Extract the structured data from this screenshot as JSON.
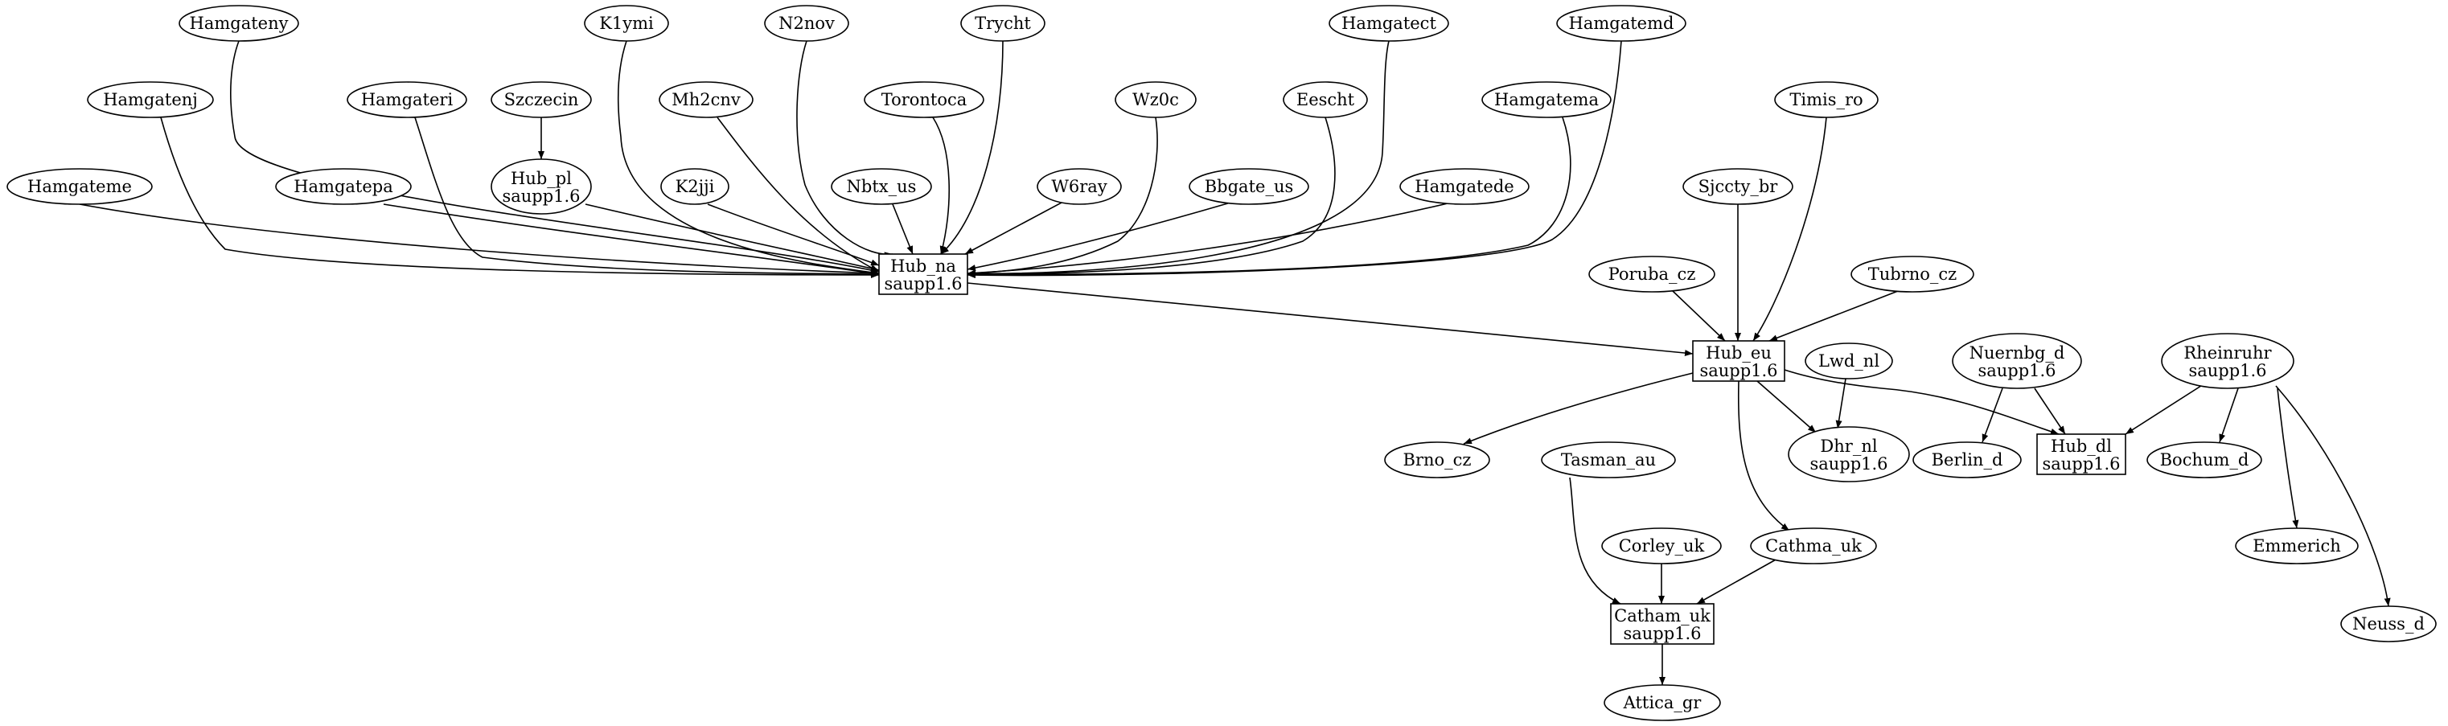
{
  "diagram": {
    "nodes": [
      {
        "id": "Hamgateny",
        "label": "Hamgateny",
        "shape": "ellipse"
      },
      {
        "id": "K1ymi",
        "label": "K1ymi",
        "shape": "ellipse"
      },
      {
        "id": "N2nov",
        "label": "N2nov",
        "shape": "ellipse"
      },
      {
        "id": "Trycht",
        "label": "Trycht",
        "shape": "ellipse"
      },
      {
        "id": "Hamgatect",
        "label": "Hamgatect",
        "shape": "ellipse"
      },
      {
        "id": "Hamgatemd",
        "label": "Hamgatemd",
        "shape": "ellipse"
      },
      {
        "id": "Hamgatenj",
        "label": "Hamgatenj",
        "shape": "ellipse"
      },
      {
        "id": "Hamgateri",
        "label": "Hamgateri",
        "shape": "ellipse"
      },
      {
        "id": "Szczecin",
        "label": "Szczecin",
        "shape": "ellipse"
      },
      {
        "id": "Mh2cnv",
        "label": "Mh2cnv",
        "shape": "ellipse"
      },
      {
        "id": "Torontoca",
        "label": "Torontoca",
        "shape": "ellipse"
      },
      {
        "id": "Wz0c",
        "label": "Wz0c",
        "shape": "ellipse"
      },
      {
        "id": "Eescht",
        "label": "Eescht",
        "shape": "ellipse"
      },
      {
        "id": "Hamgatema",
        "label": "Hamgatema",
        "shape": "ellipse"
      },
      {
        "id": "Timis_ro",
        "label": "Timis_ro",
        "shape": "ellipse"
      },
      {
        "id": "Hamgateme",
        "label": "Hamgateme",
        "shape": "ellipse"
      },
      {
        "id": "Hamgatepa",
        "label": "Hamgatepa",
        "shape": "ellipse"
      },
      {
        "id": "Hub_pl",
        "label": "Hub_pl",
        "sublabel": "saupp1.6",
        "shape": "ellipse"
      },
      {
        "id": "K2jji",
        "label": "K2jji",
        "shape": "ellipse"
      },
      {
        "id": "Nbtx_us",
        "label": "Nbtx_us",
        "shape": "ellipse"
      },
      {
        "id": "W6ray",
        "label": "W6ray",
        "shape": "ellipse"
      },
      {
        "id": "Bbgate_us",
        "label": "Bbgate_us",
        "shape": "ellipse"
      },
      {
        "id": "Hamgatede",
        "label": "Hamgatede",
        "shape": "ellipse"
      },
      {
        "id": "Sjccty_br",
        "label": "Sjccty_br",
        "shape": "ellipse"
      },
      {
        "id": "Hub_na",
        "label": "Hub_na",
        "sublabel": "saupp1.6",
        "shape": "box"
      },
      {
        "id": "Poruba_cz",
        "label": "Poruba_cz",
        "shape": "ellipse"
      },
      {
        "id": "Tubrno_cz",
        "label": "Tubrno_cz",
        "shape": "ellipse"
      },
      {
        "id": "Hub_eu",
        "label": "Hub_eu",
        "sublabel": "saupp1.6",
        "shape": "box"
      },
      {
        "id": "Lwd_nl",
        "label": "Lwd_nl",
        "shape": "ellipse"
      },
      {
        "id": "Nuernbg_d",
        "label": "Nuernbg_d",
        "sublabel": "saupp1.6",
        "shape": "ellipse"
      },
      {
        "id": "Rheinruhr",
        "label": "Rheinruhr",
        "sublabel": "saupp1.6",
        "shape": "ellipse"
      },
      {
        "id": "Brno_cz",
        "label": "Brno_cz",
        "shape": "ellipse"
      },
      {
        "id": "Tasman_au",
        "label": "Tasman_au",
        "shape": "ellipse"
      },
      {
        "id": "Dhr_nl",
        "label": "Dhr_nl",
        "sublabel": "saupp1.6",
        "shape": "ellipse"
      },
      {
        "id": "Berlin_d",
        "label": "Berlin_d",
        "shape": "ellipse"
      },
      {
        "id": "Hub_dl",
        "label": "Hub_dl",
        "sublabel": "saupp1.6",
        "shape": "box"
      },
      {
        "id": "Bochum_d",
        "label": "Bochum_d",
        "shape": "ellipse"
      },
      {
        "id": "Corley_uk",
        "label": "Corley_uk",
        "shape": "ellipse"
      },
      {
        "id": "Cathma_uk",
        "label": "Cathma_uk",
        "shape": "ellipse"
      },
      {
        "id": "Emmerich",
        "label": "Emmerich",
        "shape": "ellipse"
      },
      {
        "id": "Catham_uk",
        "label": "Catham_uk",
        "sublabel": "saupp1.6",
        "shape": "box"
      },
      {
        "id": "Neuss_d",
        "label": "Neuss_d",
        "shape": "ellipse"
      },
      {
        "id": "Attica_gr",
        "label": "Attica_gr",
        "shape": "ellipse"
      }
    ],
    "edges": [
      {
        "from": "Hamgateny",
        "to": "Hub_na"
      },
      {
        "from": "K1ymi",
        "to": "Hub_na"
      },
      {
        "from": "N2nov",
        "to": "Hub_na"
      },
      {
        "from": "Trycht",
        "to": "Hub_na"
      },
      {
        "from": "Hamgatect",
        "to": "Hub_na"
      },
      {
        "from": "Hamgatemd",
        "to": "Hub_na"
      },
      {
        "from": "Hamgatenj",
        "to": "Hub_na"
      },
      {
        "from": "Hamgateri",
        "to": "Hub_na"
      },
      {
        "from": "Szczecin",
        "to": "Hub_pl"
      },
      {
        "from": "Mh2cnv",
        "to": "Hub_na"
      },
      {
        "from": "Torontoca",
        "to": "Hub_na"
      },
      {
        "from": "Wz0c",
        "to": "Hub_na"
      },
      {
        "from": "Eescht",
        "to": "Hub_na"
      },
      {
        "from": "Hamgatema",
        "to": "Hub_na"
      },
      {
        "from": "Hamgateme",
        "to": "Hub_na"
      },
      {
        "from": "Hamgatepa",
        "to": "Hub_na"
      },
      {
        "from": "Hub_pl",
        "to": "Hub_na"
      },
      {
        "from": "K2jji",
        "to": "Hub_na"
      },
      {
        "from": "Nbtx_us",
        "to": "Hub_na"
      },
      {
        "from": "W6ray",
        "to": "Hub_na"
      },
      {
        "from": "Bbgate_us",
        "to": "Hub_na"
      },
      {
        "from": "Hamgatede",
        "to": "Hub_na"
      },
      {
        "from": "Hub_na",
        "to": "Hub_eu"
      },
      {
        "from": "Timis_ro",
        "to": "Hub_eu"
      },
      {
        "from": "Sjccty_br",
        "to": "Hub_eu"
      },
      {
        "from": "Poruba_cz",
        "to": "Hub_eu"
      },
      {
        "from": "Tubrno_cz",
        "to": "Hub_eu"
      },
      {
        "from": "Hub_eu",
        "to": "Brno_cz"
      },
      {
        "from": "Hub_eu",
        "to": "Dhr_nl"
      },
      {
        "from": "Hub_eu",
        "to": "Hub_dl"
      },
      {
        "from": "Hub_eu",
        "to": "Cathma_uk"
      },
      {
        "from": "Lwd_nl",
        "to": "Dhr_nl"
      },
      {
        "from": "Nuernbg_d",
        "to": "Berlin_d"
      },
      {
        "from": "Nuernbg_d",
        "to": "Hub_dl"
      },
      {
        "from": "Rheinruhr",
        "to": "Hub_dl"
      },
      {
        "from": "Rheinruhr",
        "to": "Bochum_d"
      },
      {
        "from": "Rheinruhr",
        "to": "Emmerich"
      },
      {
        "from": "Rheinruhr",
        "to": "Neuss_d"
      },
      {
        "from": "Tasman_au",
        "to": "Catham_uk"
      },
      {
        "from": "Corley_uk",
        "to": "Catham_uk"
      },
      {
        "from": "Cathma_uk",
        "to": "Catham_uk"
      },
      {
        "from": "Catham_uk",
        "to": "Attica_gr"
      }
    ]
  }
}
